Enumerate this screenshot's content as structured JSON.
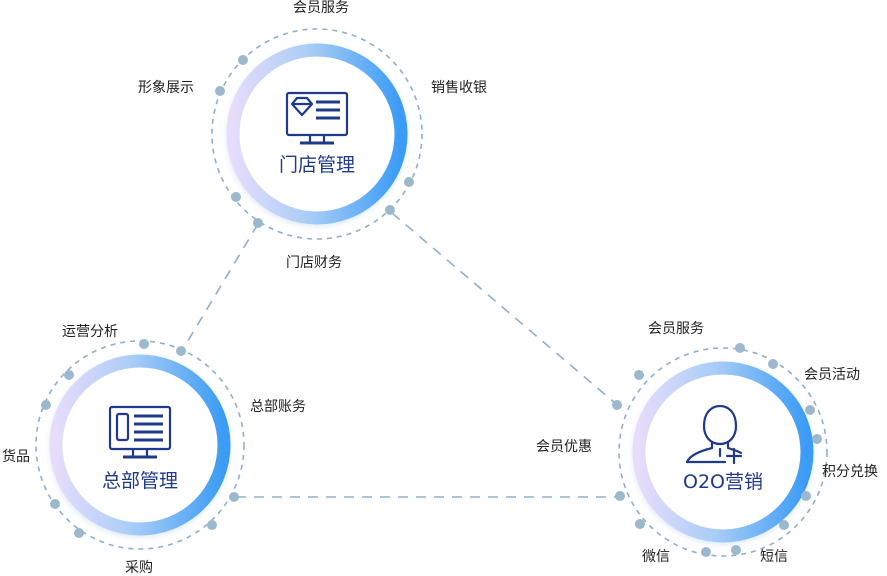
{
  "nodes": {
    "store": {
      "title": "门店管理",
      "icon": "monitor-diamond-icon",
      "features": [
        "会员服务",
        "销售收银",
        "门店财务",
        "形象展示"
      ]
    },
    "hq": {
      "title": "总部管理",
      "icon": "monitor-list-icon",
      "features": [
        "运营分析",
        "总部账务",
        "采购",
        "货品"
      ]
    },
    "o2o": {
      "title": "O2O营销",
      "icon": "user-plus-icon",
      "features": [
        "会员服务",
        "会员活动",
        "积分兑换",
        "短信",
        "微信",
        "会员优惠"
      ]
    }
  },
  "colors": {
    "ring_start": "#e3d9fb",
    "ring_end": "#3b9cf5",
    "dash": "#8fb0c8",
    "dot": "#9bb8cc",
    "icon": "#1f3a8a"
  }
}
